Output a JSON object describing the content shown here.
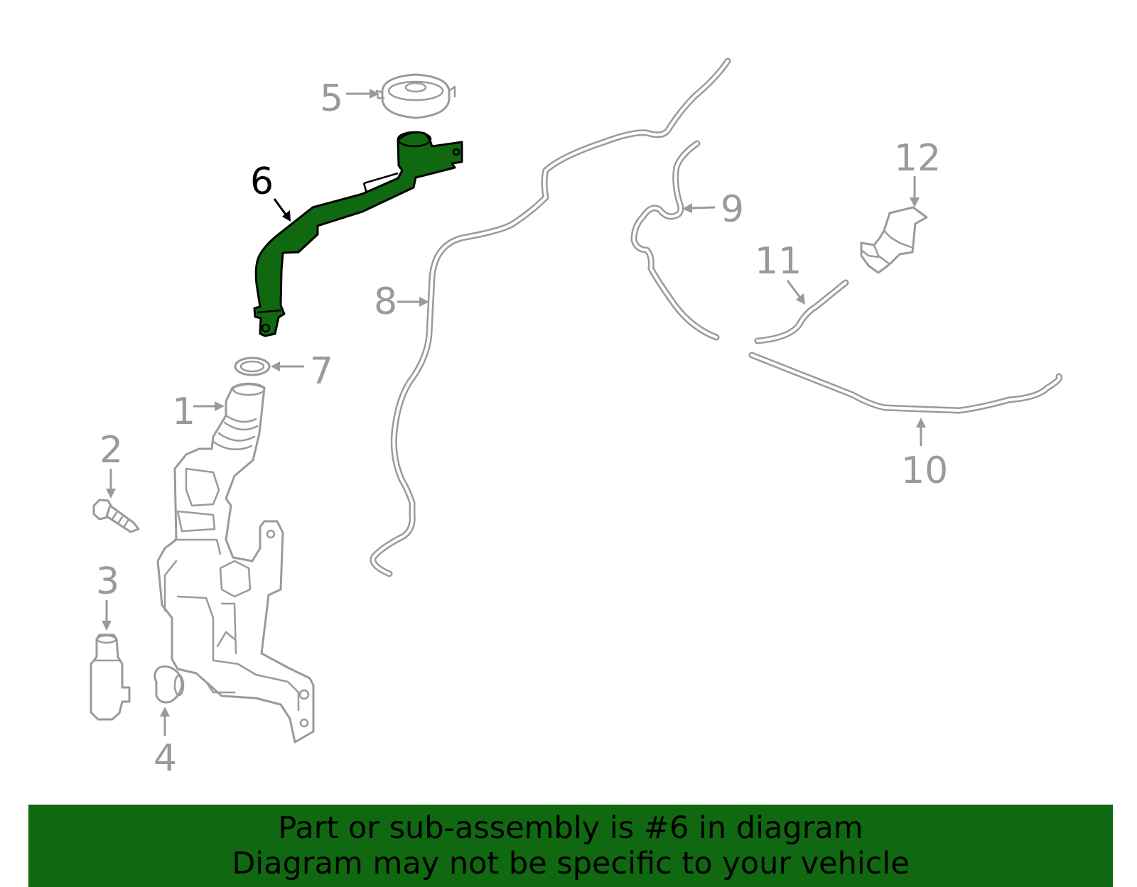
{
  "callouts": {
    "c1": "1",
    "c2": "2",
    "c3": "3",
    "c4": "4",
    "c5": "5",
    "c6": "6",
    "c7": "7",
    "c8": "8",
    "c9": "9",
    "c10": "10",
    "c11": "11",
    "c12": "12"
  },
  "highlighted_part": "6",
  "banner": {
    "line1": "Part or sub-assembly is #6 in diagram",
    "line2": "Diagram may not be specific to your vehicle"
  },
  "colors": {
    "highlight": "#106810",
    "parts": "#9a9a9a",
    "banner": "#106810"
  }
}
